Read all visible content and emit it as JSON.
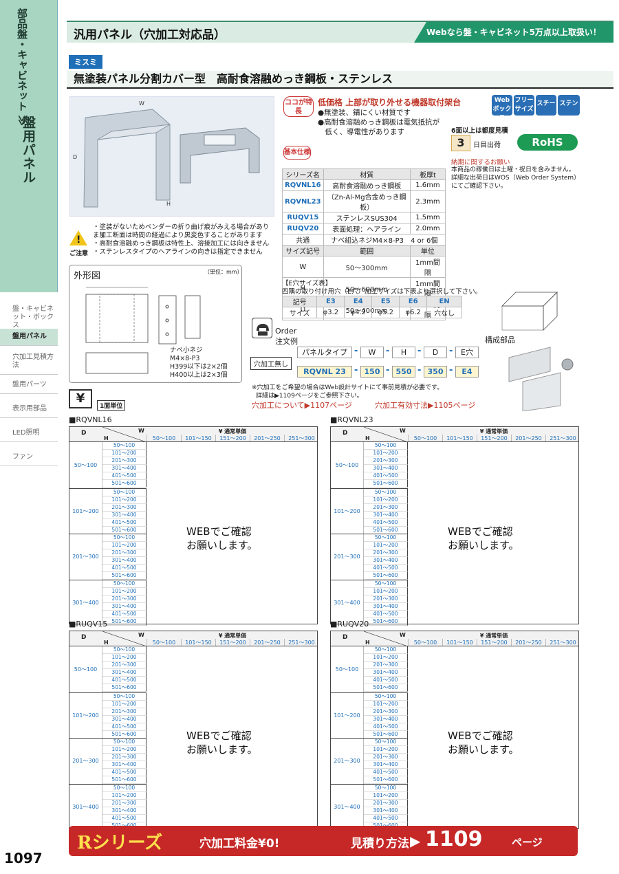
{
  "sidebar": {
    "category": "部品盤・キャビネット ≫",
    "title": "盤用パネル",
    "nav": [
      "盤・キャビネット・ボックス",
      "盤用パネル",
      "穴加工見積方法",
      "盤用パーツ",
      "表示用部品",
      "LED照明",
      "ファン"
    ],
    "page_number": "1097"
  },
  "header": {
    "title": "汎用パネル（穴加工対応品）",
    "banner": "Webなら盤・キャビネット5万点以上取扱い！"
  },
  "brand": "ミスミ",
  "product_title": "無塗装パネル分割カバー型　高耐食溶融めっき鋼板・ステンレス",
  "features": {
    "badge": "ココが特長",
    "headline": "低価格 上部が取り外せる機器取付架台",
    "items": [
      "●無塗装、錆にくい材質です",
      "●高耐食溶融めっき鋼板は電気抵抗が",
      "　低く、導電性があります"
    ]
  },
  "tags": [
    {
      "label": "Web ボックス",
      "color": "#2a6fb5"
    },
    {
      "label": "フリー サイズ",
      "color": "#2a6fb5"
    },
    {
      "label": "スチール",
      "color": "#2a6fb5"
    },
    {
      "label": "ステンレス",
      "color": "#2a6fb5"
    }
  ],
  "quote": {
    "label": "6面以上は都度見積",
    "days": "3",
    "unit": "日目出荷",
    "rohs": "RoHS"
  },
  "delivery": {
    "head": "納期に関するお願い",
    "lines": [
      "本商品の稼働日は土曜・祝日を含みません。",
      "詳細な出荷日はWOS（Web Order System）",
      "にてご確認下さい。"
    ]
  },
  "spec": {
    "badge": "基本仕様",
    "header": [
      "シリーズ名",
      "材質",
      "板厚t"
    ],
    "rows": [
      {
        "series": "RQVNL16",
        "material": "高耐食溶融めっき鋼板",
        "thickness": "1.6mm"
      },
      {
        "series": "RQVNL23",
        "material": "（Zn-Al-Mg合金めっき鋼板）",
        "thickness": "2.3mm"
      },
      {
        "series": "RUQV15",
        "material": "ステンレスSUS304",
        "thickness": "1.5mm"
      },
      {
        "series": "RUQV20",
        "material": "表面処理：ヘアライン",
        "thickness": "2.0mm"
      }
    ],
    "common": {
      "label": "共通",
      "value": "ナベ組込ネジM4×8-P3　4 or 6個"
    },
    "size_header": [
      "サイズ記号",
      "範囲",
      "単位"
    ],
    "sizes": [
      {
        "sym": "W",
        "range": "50～300mm",
        "unit": "1mm間隔"
      },
      {
        "sym": "H",
        "range": "50～600mm",
        "unit": "1mm間隔"
      },
      {
        "sym": "D",
        "range": "50～400mm",
        "unit": "1mm間隔"
      }
    ]
  },
  "caution": {
    "label": "ご注意",
    "lines": [
      "・塗装がないためベンダーの折り曲げ痕がみえる場合があります",
      "・加工断面は時間の経過により黒変色することがあります",
      "・高耐食溶融めっき鋼板は特性上、溶接加工には向きません",
      "・ステンレスタイプのヘアラインの向きは指定できません"
    ]
  },
  "drawing": {
    "title": "外形図",
    "unit": "（単位：mm）",
    "notes": [
      "ナベ小ネジ",
      "M4×8-P3",
      "H399以下は2×2個",
      "H400以上は2×3個"
    ]
  },
  "e_table": {
    "head": "【E穴サイズ表】",
    "desc": "四隅の取り付け用穴（E穴）加工サイズは下表より選択して下さい。",
    "codes": [
      "記号",
      "E3",
      "E4",
      "E5",
      "E6",
      "EN"
    ],
    "sizes": [
      "サイズ",
      "φ3.2",
      "φ4.2",
      "φ5.2",
      "φ6.2",
      "穴なし"
    ]
  },
  "order": {
    "en": "Order",
    "jp": "注文例",
    "no_hole": "穴加工無し",
    "labels": [
      "パネルタイプ",
      "W",
      "H",
      "D",
      "E穴"
    ],
    "values": [
      "RQVNL 23",
      "150",
      "550",
      "350",
      "E4"
    ],
    "note1": "※穴加工をご希望の場合はWeb設計サイトにて事前見積が必要です。",
    "note2": "詳細は▶1109ページをご参照下さい。",
    "link1": "穴加工について▶1107ページ",
    "link2": "穴加工有効寸法▶1105ページ",
    "components": "構成部品"
  },
  "unit_badge": {
    "yen": "¥",
    "note": "1面単位"
  },
  "price_common": {
    "normal": "¥ 通常単価",
    "d": "D",
    "h": "H",
    "w": "W",
    "w_ranges": [
      "50～100",
      "101～150",
      "151～200",
      "201～250",
      "251～300"
    ],
    "d_ranges": [
      "50～100",
      "101～200",
      "201～300",
      "301～400"
    ],
    "h_ranges": [
      "50～100",
      "101～200",
      "201～300",
      "301～400",
      "401～500",
      "501～600"
    ],
    "web_line1": "WEBでご確認",
    "web_line2": "お願いします。"
  },
  "price_tables": [
    "■RQVNL16",
    "■RQVNL23",
    "■RUQV15",
    "■RUQV20"
  ],
  "footer": {
    "series": "Rシリーズ",
    "fee": "穴加工料金¥0!",
    "method": "見積り方法",
    "arrow": "▶",
    "page": "1109",
    "suffix": "ページ"
  }
}
